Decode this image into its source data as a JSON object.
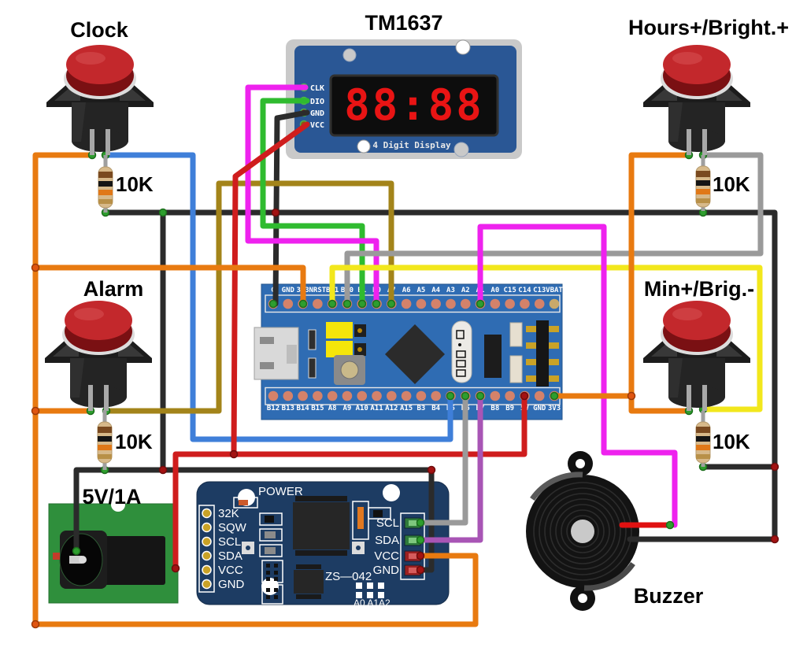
{
  "labels": {
    "title": "TM1637",
    "clock_button": "Clock",
    "hours_button": "Hours+/Bright.+",
    "alarm_button": "Alarm",
    "minutes_button": "Min+/Brig.-",
    "power_supply": "5V/1A",
    "buzzer": "Buzzer",
    "resistor_value": "10K"
  },
  "tm1637": {
    "pins": [
      "CLK",
      "DIO",
      "GND",
      "VCC"
    ],
    "display_value": "88:88",
    "caption": "4 Digit Display"
  },
  "bluepill": {
    "top_pins": [
      "G",
      "GND",
      "3.3",
      "NRST",
      "B11",
      "B10",
      "B1",
      "B0",
      "A7",
      "A6",
      "A5",
      "A4",
      "A3",
      "A2",
      "A1",
      "A0",
      "C15",
      "C14",
      "C13",
      "VBAT"
    ],
    "bottom_pins": [
      "B12",
      "B13",
      "B14",
      "B15",
      "A8",
      "A9",
      "A10",
      "A11",
      "A12",
      "A15",
      "B3",
      "B4",
      "B5",
      "B6",
      "B7",
      "B8",
      "B9",
      "5V",
      "GND",
      "3V3"
    ]
  },
  "rtc": {
    "left_pins": [
      "32K",
      "SQW",
      "SCL",
      "SDA",
      "VCC",
      "GND"
    ],
    "right_pins": [
      "SCL",
      "SDA",
      "VCC",
      "GND"
    ],
    "power_label": "POWER",
    "model": "ZS—042",
    "address_pads": "A0 A1A2"
  },
  "wire_colors": {
    "power_33v": "#e87a10",
    "power_5v": "#cf1d1d",
    "ground": "#2b2b2b",
    "clock_signal": "#3f7fd9",
    "hours_signal": "#9a9a9a",
    "minutes_signal": "#f2e71c",
    "alarm_signal": "#a3841a",
    "display_clk": "#ee22ee",
    "display_dio": "#2fbb2f",
    "buzzer_signal": "#ee22ee",
    "rtc_scl": "#9a9a9a",
    "rtc_sda": "#a855b5"
  },
  "connections": [
    {
      "from": "Clock button",
      "to": "STM32 B5",
      "color": "blue"
    },
    {
      "from": "Hours+/Bright.+ button",
      "to": "STM32 B10",
      "color": "gray"
    },
    {
      "from": "Min+/Brig.- button",
      "to": "STM32 B11",
      "color": "yellow"
    },
    {
      "from": "Alarm button",
      "to": "STM32 A7",
      "color": "dark-yellow"
    },
    {
      "from": "TM1637 CLK",
      "to": "STM32 B0",
      "color": "magenta"
    },
    {
      "from": "TM1637 DIO",
      "to": "STM32 B1",
      "color": "green"
    },
    {
      "from": "TM1637 VCC",
      "to": "5V rail",
      "color": "red"
    },
    {
      "from": "TM1637 GND",
      "to": "GND rail",
      "color": "black"
    },
    {
      "from": "RTC SCL",
      "to": "STM32 B6",
      "color": "gray"
    },
    {
      "from": "RTC SDA",
      "to": "STM32 B7",
      "color": "purple"
    },
    {
      "from": "RTC VCC",
      "to": "3.3V rail",
      "color": "orange"
    },
    {
      "from": "RTC GND",
      "to": "GND rail",
      "color": "black"
    },
    {
      "from": "Buzzer +",
      "to": "STM32 A1",
      "color": "magenta"
    },
    {
      "from": "Buzzer -",
      "to": "GND rail",
      "color": "black"
    },
    {
      "from": "Each button",
      "to": "GND via 10K pulldown",
      "color": "black"
    },
    {
      "from": "5V/1A jack",
      "to": "STM32 5V / GND",
      "color": "red/black"
    }
  ]
}
